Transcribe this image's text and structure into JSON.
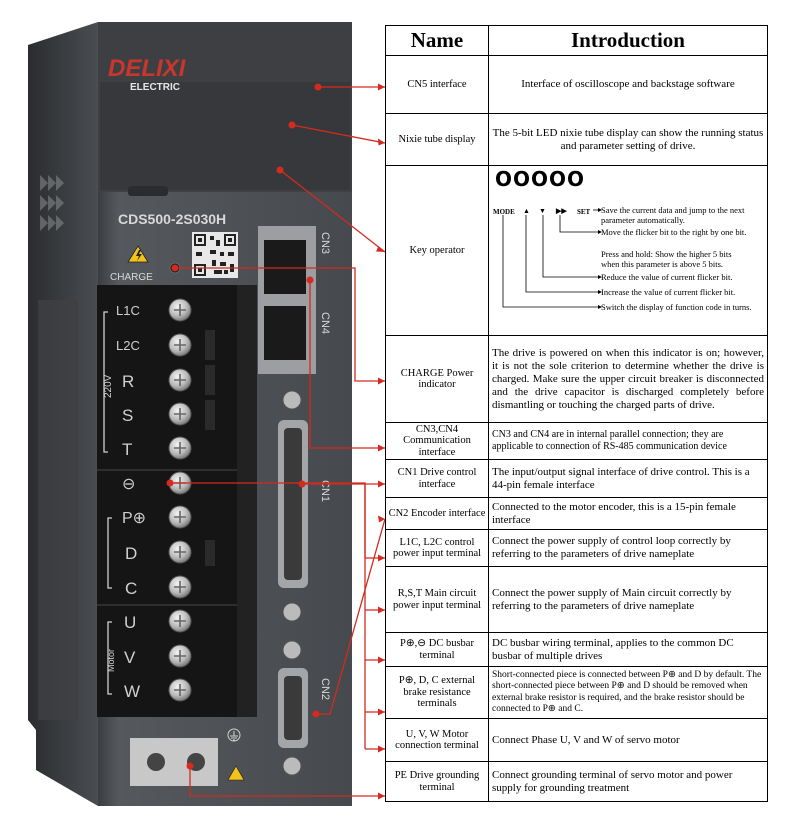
{
  "device": {
    "brand": "DELIXI",
    "brand_sub": "ELECTRIC",
    "model": "CDS500-2S030H",
    "charge_label": "CHARGE",
    "terminals_top": [
      "L1C",
      "L2C",
      "R",
      "S",
      "T"
    ],
    "voltage_label": "220V",
    "terminals_mid": [
      "⊖",
      "P⊕",
      "D",
      "C"
    ],
    "motor_label": "Motor",
    "terminals_motor": [
      "U",
      "V",
      "W"
    ],
    "cn3": "CN3",
    "cn4": "CN4",
    "cn1": "CN1",
    "cn2": "CN2"
  },
  "table": {
    "header_name": "Name",
    "header_intro": "Introduction",
    "rows": [
      {
        "name": "CN5 interface",
        "intro": "Interface of oscilloscope and backstage software"
      },
      {
        "name": "Nixie tube display",
        "intro": "The 5-bit LED nixie tube display can show the running status and parameter setting of drive."
      },
      {
        "name": "Key operator",
        "intro": ""
      },
      {
        "name": "CHARGE Power indicator",
        "intro": "The drive is powered on when this indicator is on; however, it is not the sole criterion to determine whether the drive is charged. Make sure the upper circuit breaker is disconnected and the drive capacitor is discharged completely before dismantling or touching the charged parts of drive."
      },
      {
        "name": "CN3,CN4 Communication interface",
        "intro": "CN3 and CN4 are in internal parallel connection; they are applicable to connection of RS-485 communication device"
      },
      {
        "name": "CN1 Drive control interface",
        "intro": "The input/output signal interface of drive control. This is a 44-pin female interface"
      },
      {
        "name": "CN2 Encoder interface",
        "intro": "Connected to the motor encoder, this is a 15-pin female interface"
      },
      {
        "name": "L1C, L2C control power input terminal",
        "intro": "Connect the power supply of control loop correctly by referring to the parameters of drive nameplate"
      },
      {
        "name": "R,S,T Main circuit power input terminal",
        "intro": "Connect the power supply of Main circuit correctly by referring to the parameters of drive nameplate"
      },
      {
        "name": "P⊕,⊖ DC busbar terminal",
        "intro": "DC busbar wiring terminal, applies to the common DC busbar of multiple drives"
      },
      {
        "name": "P⊕, D, C external brake resistance terminals",
        "intro": "Short-connected piece is connected between P⊕ and D by default. The short-connected piece between P⊕ and D should be removed when external brake resistor is required, and the brake resistor should be connected to P⊕ and C."
      },
      {
        "name": "U, V, W Motor connection terminal",
        "intro": "Connect Phase U, V and W of servo motor"
      },
      {
        "name": "PE Drive grounding terminal",
        "intro": "Connect grounding terminal of servo motor and power supply for grounding treatment"
      }
    ],
    "keys": {
      "digits": "OOOOO",
      "mode": "MODE",
      "up": "▲",
      "down": "▼",
      "shift": "▶▶",
      "set": "SET",
      "set_desc": "Save the current data and jump to the next parameter automatically.",
      "shift_desc": "Move the flicker bit to the right by one bit.",
      "shift_hold_desc": "Press and hold: Show the higher 5 bits when this parameter is above 5 bits.",
      "down_desc": "Reduce the value of current flicker bit.",
      "up_desc": "Increase the value of current flicker bit.",
      "mode_desc": "Switch the display of function code in turns."
    }
  },
  "colors": {
    "callout": "#d42a1f",
    "chassis": "#4a4c50",
    "chassis_dark": "#2f3134",
    "brand_red": "#c8372d",
    "terminal_block": "#141414"
  }
}
